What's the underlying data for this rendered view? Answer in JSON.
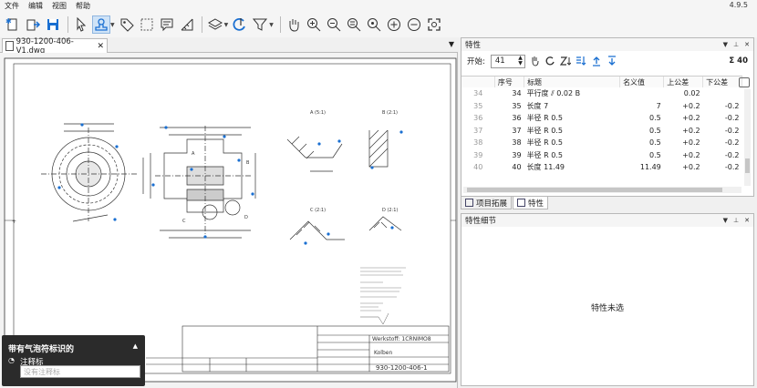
{
  "menu": [
    "文件",
    "编辑",
    "视图",
    "帮助"
  ],
  "version": "4.9.5",
  "toolbar_icons": [
    "new-file-icon",
    "open-folder-icon",
    "save-icon",
    "pointer-icon",
    "stamp-icon",
    "tag-icon",
    "select-box-icon",
    "comment-icon",
    "ruler-icon",
    "layers-icon",
    "refresh-icon",
    "filter-icon",
    "hand-icon",
    "zoom-in-icon",
    "zoom-out-icon",
    "zoom-reset-icon",
    "zoom-fit-icon",
    "plus-circle-icon",
    "minus-circle-icon",
    "fullscreen-icon"
  ],
  "document_tab": {
    "label": "930-1200-406-V1.dwg",
    "close": "✕"
  },
  "properties_panel": {
    "title": "特性",
    "start_label": "开始:",
    "start_value": "41",
    "count": "Σ 40",
    "columns": [
      "",
      "序号",
      "标题",
      "名义值",
      "上公差",
      "下公差"
    ],
    "rows": [
      {
        "id": "34",
        "seq": "34",
        "title": "平行度 ⫽ 0.02 B",
        "nominal": "",
        "upper": "0.02",
        "lower": ""
      },
      {
        "id": "35",
        "seq": "35",
        "title": "长度 7",
        "nominal": "7",
        "upper": "+0.2",
        "lower": "-0.2"
      },
      {
        "id": "36",
        "seq": "36",
        "title": "半径 R 0.5",
        "nominal": "0.5",
        "upper": "+0.2",
        "lower": "-0.2"
      },
      {
        "id": "37",
        "seq": "37",
        "title": "半径 R 0.5",
        "nominal": "0.5",
        "upper": "+0.2",
        "lower": "-0.2"
      },
      {
        "id": "38",
        "seq": "38",
        "title": "半径 R 0.5",
        "nominal": "0.5",
        "upper": "+0.2",
        "lower": "-0.2"
      },
      {
        "id": "39",
        "seq": "39",
        "title": "半径 R 0.5",
        "nominal": "0.5",
        "upper": "+0.2",
        "lower": "-0.2"
      },
      {
        "id": "40",
        "seq": "40",
        "title": "长度 11.49",
        "nominal": "11.49",
        "upper": "+0.2",
        "lower": "-0.2"
      }
    ]
  },
  "bottom_tabs": [
    "项目拓展",
    "特性"
  ],
  "detail_panel": {
    "title": "特性细节",
    "empty_text": "特性未选"
  },
  "overlay": {
    "title": "带有气泡符标识的",
    "label": "注释标",
    "input_placeholder": "没有注释标"
  },
  "drawing": {
    "section_labels": [
      "A (5:1)",
      "B (2:1)",
      "C (2:1)",
      "D (2:1)",
      "A",
      "B",
      "C",
      "D"
    ],
    "title_block": {
      "name": "Kolben",
      "number": "930-1200-406-1",
      "material": "Werkstoff: 1CRNIMO8"
    }
  }
}
